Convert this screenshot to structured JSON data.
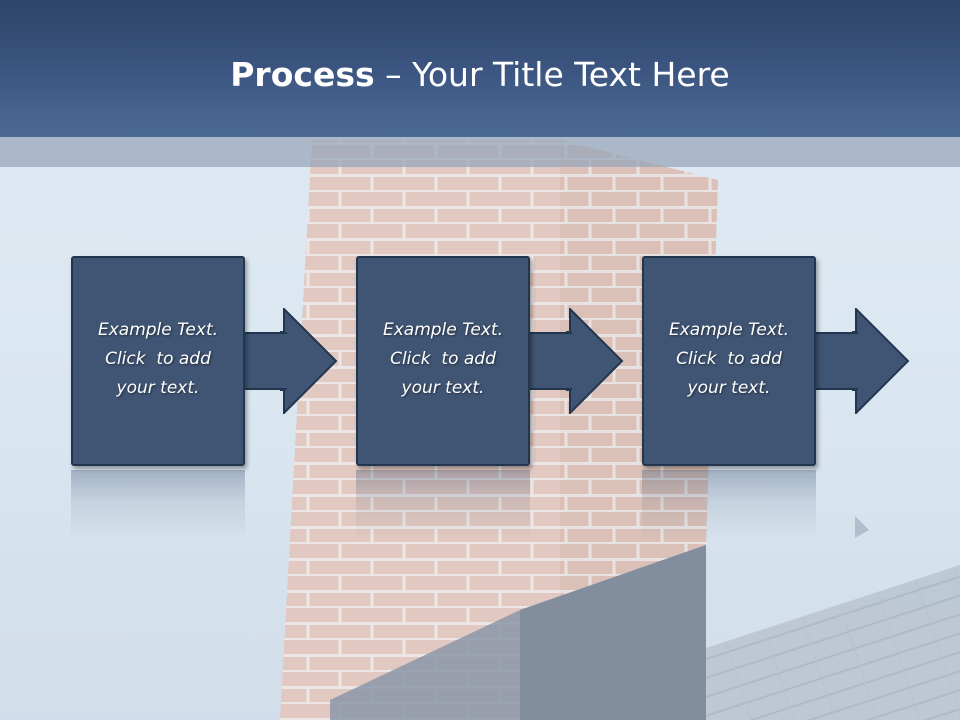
{
  "slide": {
    "title_bold": "Process",
    "title_rest": " – Your Title Text Here",
    "steps": [
      {
        "line1": "Example Text.",
        "line2": "Click  to add",
        "line3": "your text."
      },
      {
        "line1": "Example Text.",
        "line2": "Click  to add",
        "line3": "your text."
      },
      {
        "line1": "Example Text.",
        "line2": "Click  to add",
        "line3": "your text."
      }
    ]
  },
  "colors": {
    "header": "#3b5580",
    "step_fill": "#405574",
    "step_border": "#233650",
    "text": "#ffffff"
  },
  "icons": [
    "right-arrow-icon",
    "right-arrow-icon",
    "right-arrow-icon"
  ]
}
